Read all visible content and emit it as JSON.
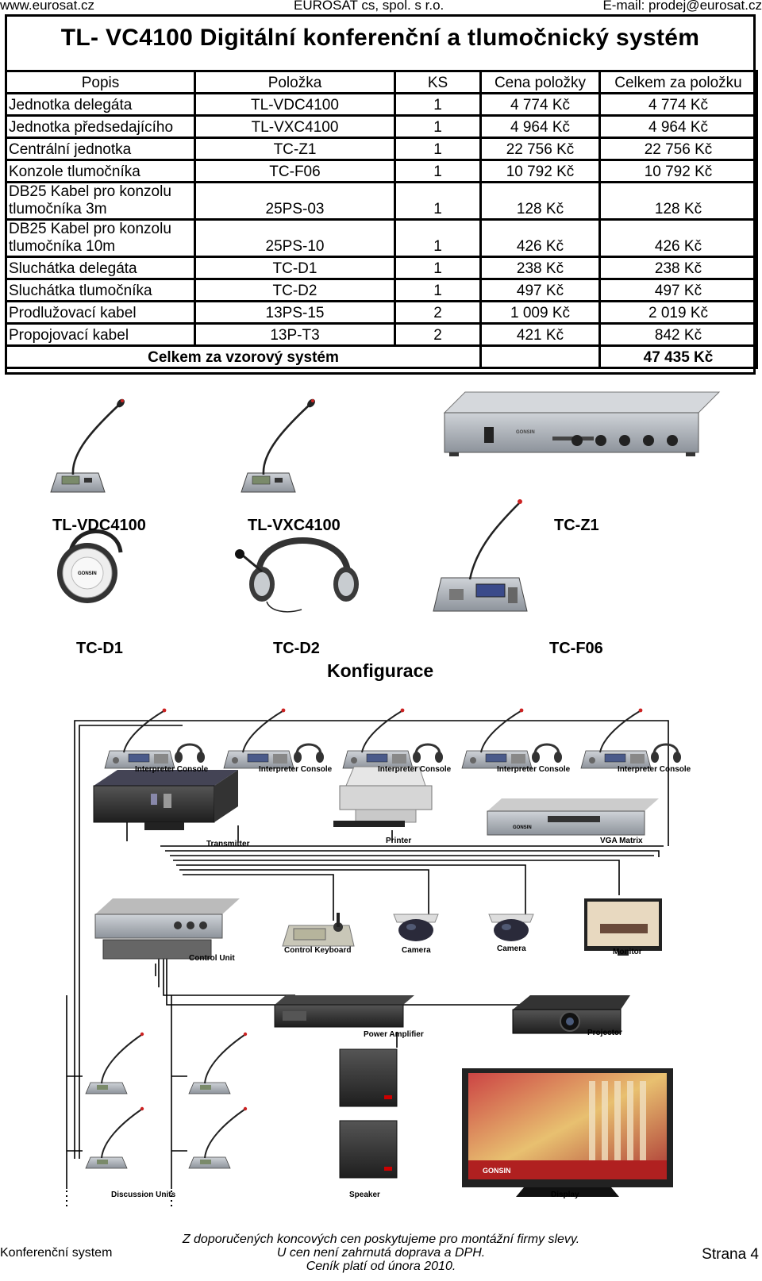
{
  "header": {
    "website": "www.eurosat.cz",
    "company": "EUROSAT cs, spol. s r.o.",
    "email": "E-mail: prodej@eurosat.cz"
  },
  "title": "TL- VC4100  Digitální konferenční a tlumočnický systém",
  "table": {
    "columns": [
      "Popis",
      "Položka",
      "KS",
      "Cena položky",
      "Celkem za položku"
    ],
    "rows": [
      {
        "popis": "Jednotka delegáta",
        "polozka": "TL-VDC4100",
        "ks": "1",
        "cena": "4 774 Kč",
        "celkem": "4 774 Kč"
      },
      {
        "popis": "Jednotka předsedajícího",
        "polozka": "TL-VXC4100",
        "ks": "1",
        "cena": "4 964 Kč",
        "celkem": "4 964 Kč"
      },
      {
        "popis": "Centrální jednotka",
        "polozka": "TC-Z1",
        "ks": "1",
        "cena": "22 756 Kč",
        "celkem": "22 756 Kč"
      },
      {
        "popis": "Konzole tlumočníka",
        "polozka": "TC-F06",
        "ks": "1",
        "cena": "10 792 Kč",
        "celkem": "10 792 Kč"
      },
      {
        "popis": "DB25 Kabel pro konzolu tlumočníka 3m",
        "polozka": "25PS-03",
        "ks": "1",
        "cena": "128 Kč",
        "celkem": "128 Kč"
      },
      {
        "popis": "DB25 Kabel pro konzolu tlumočníka 10m",
        "polozka": "25PS-10",
        "ks": "1",
        "cena": "426 Kč",
        "celkem": "426 Kč"
      },
      {
        "popis": "Sluchátka delegáta",
        "polozka": "TC-D1",
        "ks": "1",
        "cena": "238 Kč",
        "celkem": "238 Kč"
      },
      {
        "popis": "Sluchátka tlumočníka",
        "polozka": "TC-D2",
        "ks": "1",
        "cena": "497 Kč",
        "celkem": "497 Kč"
      },
      {
        "popis": "Prodlužovací kabel",
        "polozka": "13PS-15",
        "ks": "2",
        "cena": "1 009 Kč",
        "celkem": "2 019 Kč"
      },
      {
        "popis": "Propojovací kabel",
        "polozka": "13P-T3",
        "ks": "2",
        "cena": "421 Kč",
        "celkem": "842 Kč"
      }
    ],
    "total_label": "Celkem za vzorový systém",
    "total_value": "47 435 Kč"
  },
  "products": {
    "vdc": "TL-VDC4100",
    "vxc": "TL-VXC4100",
    "tcz1": "TC-Z1",
    "tcd1": "TC-D1",
    "tcd2": "TC-D2",
    "tcf06": "TC-F06"
  },
  "config_title": "Konfigurace",
  "diagram_labels": {
    "interpreter": "Interpreter Console",
    "transmitter": "Transmitter",
    "printer": "Printer",
    "vga": "VGA Matrix",
    "control_unit": "Control Unit",
    "control_keyboard": "Control Keyboard",
    "camera": "Camera",
    "monitor": "Monitor",
    "power_amp": "Power Amplifier",
    "projector": "Projector",
    "discussion": "Discussion Units",
    "speaker": "Speaker",
    "display": "Display"
  },
  "footer": {
    "left": "Konferenční system",
    "notes": [
      "Z doporučených koncových cen poskytujeme pro montážní firmy slevy.",
      "U cen není zahrnutá doprava a DPH.",
      "Ceník platí od února 2010."
    ],
    "page": "Strana 4"
  }
}
